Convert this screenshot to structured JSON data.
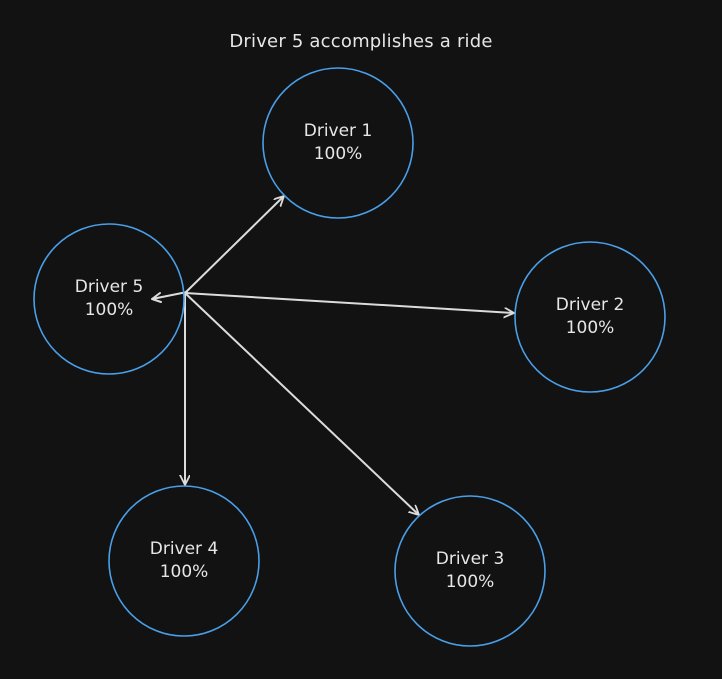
{
  "title": "Driver 5 accomplishes a ride",
  "colors": {
    "background": "#121212",
    "node_stroke": "#4a9fe9",
    "edge_stroke": "#dcdcdc",
    "text": "#e6e6e6"
  },
  "nodes": [
    {
      "id": "driver-1",
      "name": "Driver 1",
      "value": "100%"
    },
    {
      "id": "driver-2",
      "name": "Driver 2",
      "value": "100%"
    },
    {
      "id": "driver-3",
      "name": "Driver 3",
      "value": "100%"
    },
    {
      "id": "driver-4",
      "name": "Driver 4",
      "value": "100%"
    },
    {
      "id": "driver-5",
      "name": "Driver 5",
      "value": "100%"
    }
  ],
  "edges": [
    {
      "from": "driver-5",
      "to": "driver-1"
    },
    {
      "from": "driver-5",
      "to": "driver-2"
    },
    {
      "from": "driver-5",
      "to": "driver-3"
    },
    {
      "from": "driver-5",
      "to": "driver-4"
    }
  ]
}
